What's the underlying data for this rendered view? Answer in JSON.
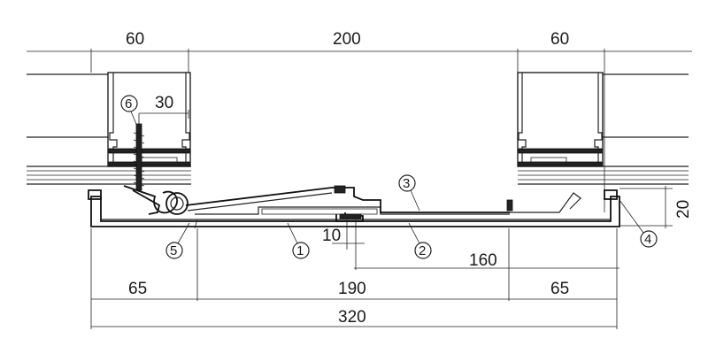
{
  "dimensions": {
    "top_left": "60",
    "top_middle": "200",
    "top_right": "60",
    "screw_offset": "30",
    "height_right": "20",
    "gap_small": "10",
    "span_160": "160",
    "bottom_left": "65",
    "bottom_middle": "190",
    "bottom_right": "65",
    "overall": "320"
  },
  "callouts": {
    "c1": "1",
    "c2": "2",
    "c3": "3",
    "c4": "4",
    "c5": "5",
    "c6": "6"
  }
}
